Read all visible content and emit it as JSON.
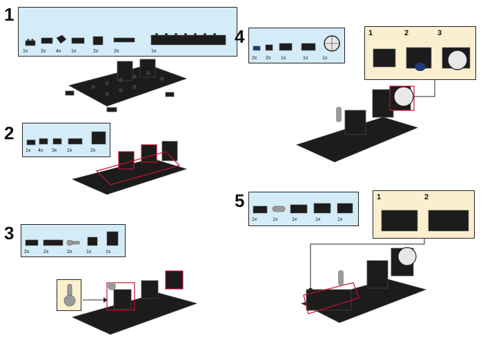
{
  "steps": [
    {
      "number": "1",
      "quantities": [
        "1x",
        "2x",
        "4x",
        "1x",
        "2x",
        "2x",
        "1x"
      ]
    },
    {
      "number": "2",
      "quantities": [
        "1x",
        "4x",
        "3x",
        "1x",
        "2x"
      ]
    },
    {
      "number": "3",
      "quantities": [
        "2x",
        "2x",
        "2x",
        "1x",
        "1x"
      ]
    },
    {
      "number": "4",
      "quantities": [
        "2x",
        "2x",
        "1x",
        "1x",
        "1x"
      ],
      "substeps": [
        "1",
        "2",
        "3"
      ]
    },
    {
      "number": "5",
      "quantities": [
        "1x",
        "1x",
        "1x",
        "1x",
        "1x"
      ],
      "substeps": [
        "1",
        "2"
      ]
    }
  ],
  "colors": {
    "panel": "#d4ebf8",
    "subpanel": "#fbefcf",
    "brick": "#1c1c1c",
    "highlight": "#c8102e"
  }
}
